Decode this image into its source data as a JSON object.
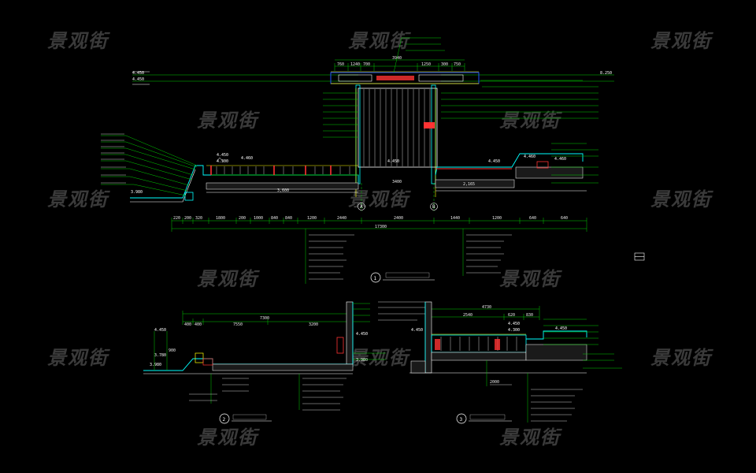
{
  "watermark": "景观街",
  "section1": {
    "number": "1",
    "total_width": "17300",
    "top_dims": [
      "760",
      "1240",
      "700",
      "1250",
      "300",
      "750",
      "3940"
    ],
    "bottom_dims": [
      "220",
      "200",
      "320",
      "1800",
      "200",
      "1000",
      "840",
      "840",
      "1200",
      "2440",
      "2400",
      "1440",
      "1200",
      "640",
      "640"
    ],
    "width_3400": "3400",
    "width_3600": "3,600",
    "width_2165": "2,165",
    "grid_a": "A",
    "grid_b": "B",
    "elevations": [
      "4.450",
      "4.300",
      "4.460",
      "4.450",
      "4.450",
      "4.460",
      "4.460",
      "3.980",
      "4.450",
      "4.450",
      "8.250"
    ]
  },
  "section2": {
    "number": "2",
    "top_dims": [
      "7300",
      "400",
      "400",
      "7550",
      "3200"
    ],
    "elevations": [
      "4.450",
      "3.780",
      "3.980",
      "4.450",
      "3.980"
    ],
    "dim_900": "900"
  },
  "section3": {
    "number": "3",
    "top_dims": [
      "4730",
      "2540",
      "620",
      "830"
    ],
    "elevations": [
      "4.450",
      "4.450",
      "4.300",
      "4.450"
    ],
    "dim_2000": "2000"
  }
}
